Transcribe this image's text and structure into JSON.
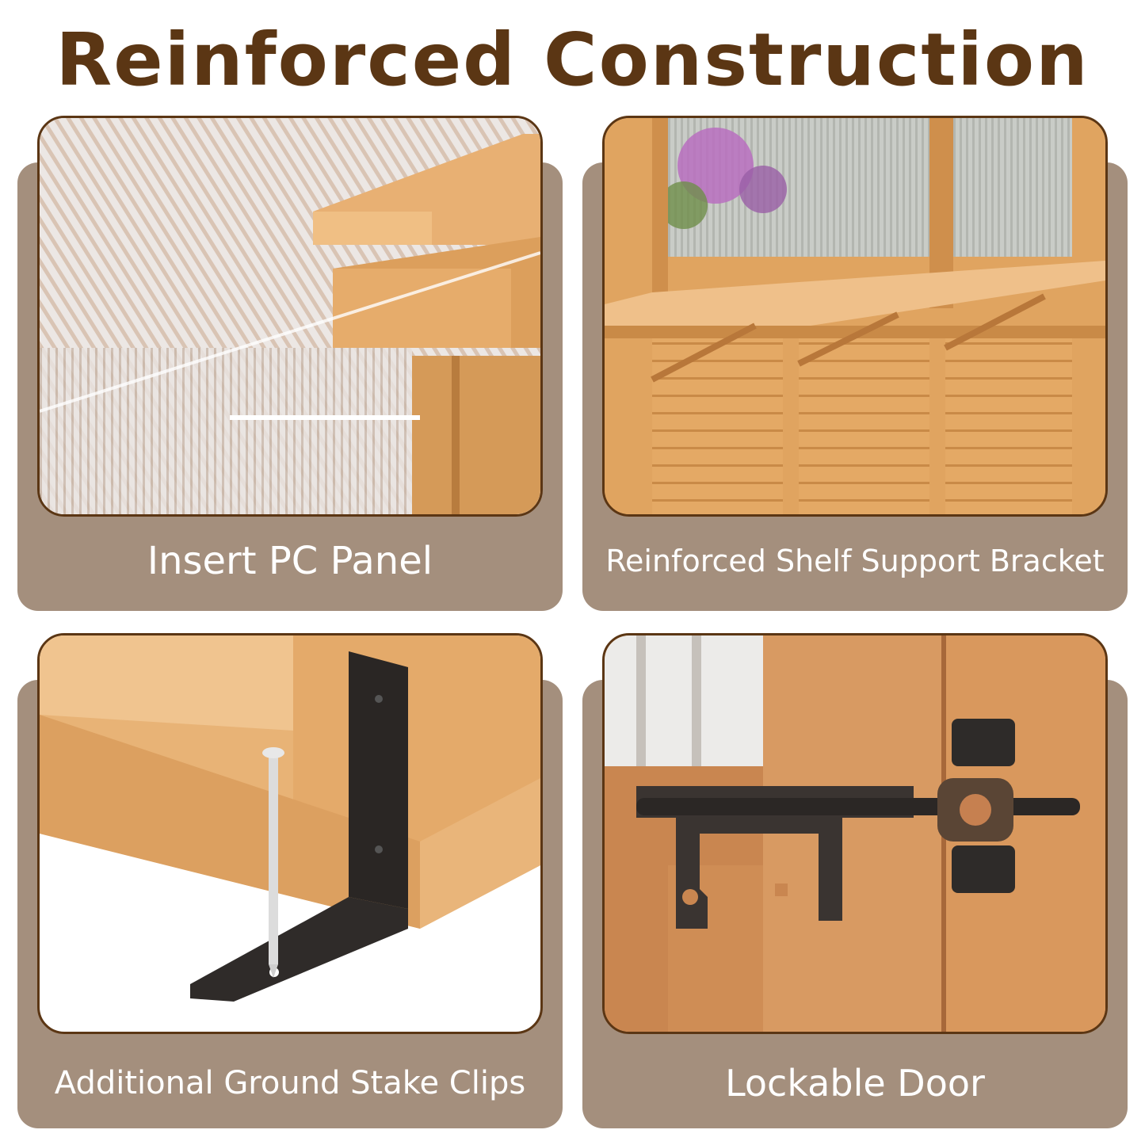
{
  "page": {
    "title": "Reinforced Construction"
  },
  "features": [
    {
      "label": "Insert PC Panel"
    },
    {
      "label": "Reinforced Shelf Support Bracket"
    },
    {
      "label": "Additional Ground Stake Clips"
    },
    {
      "label": "Lockable Door"
    }
  ],
  "colors": {
    "title": "#5b3614",
    "card": "#a48f7d",
    "border": "#5b3614",
    "wood": "#e2a862",
    "caption": "#ffffff"
  }
}
